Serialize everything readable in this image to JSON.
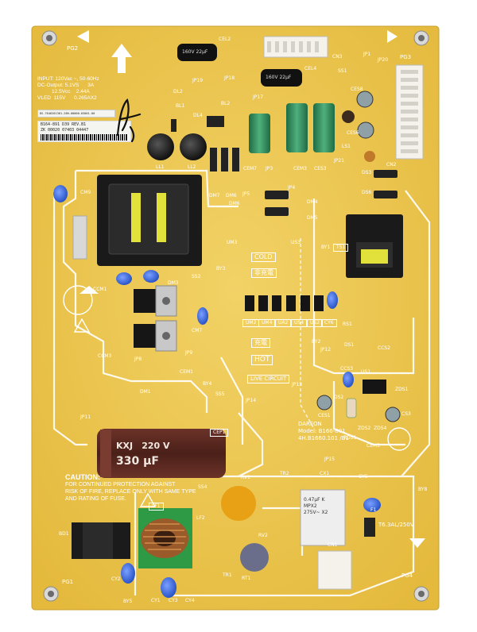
{
  "colors": {
    "board": "#e9c24a",
    "board_light": "#f0cf63",
    "silkscreen": "#ffffff",
    "cap_brown": "#5b2a22",
    "cap_green": "#2f8a5b",
    "transformer": "#1c1c1c",
    "ferrite_yellow": "#e8e845",
    "blue_cap": "#3f6ee0"
  },
  "board": {
    "ids": {
      "pg2": "PG2",
      "pg3": "PG3",
      "pg1": "PG1",
      "pg4": "PG4",
      "cel2": "CEL2",
      "cn3": "CN3",
      "jp1": "JP1",
      "jp20": "JP20",
      "jp19": "JP19",
      "jp18": "JP18",
      "jp17": "JP17",
      "cel4": "CEL4",
      "ss1": "SS1",
      "dl2": "DL2",
      "bl1": "BL1",
      "bl2": "BL2",
      "dl4": "DL4",
      "ll1": "LL1",
      "ll2": "LL2",
      "cem7": "CEM7",
      "jp3": "JP3",
      "cem3": "CEM3",
      "ces3": "CES3",
      "jp21": "JP21",
      "ls1": "LS1",
      "ces8": "CES8",
      "ces6": "CES6",
      "cn2": "CN2",
      "dm7": "DM7",
      "dm6": "DM6",
      "jp4": "JP4",
      "dm4": "DM4",
      "dm5": "DM5",
      "ds3": "DS3",
      "ds6": "DS6",
      "cm9": "CM9",
      "um3": "UM3",
      "us3": "US3",
      "by1": "BY1",
      "ts1": "TS1",
      "ss2": "SS2",
      "by3": "BY3",
      "ccm1": "CCM1",
      "dm3": "DM3",
      "cm7": "CM7",
      "jp8": "JP8",
      "jp9": "JP9",
      "ccm3": "CCM3",
      "um2": "UM2",
      "um4": "UM4",
      "ua2": "UA2",
      "us4": "US4",
      "us2": "US2",
      "cy6": "CY6",
      "rs1": "RS1",
      "ds1": "DS1",
      "ccs2": "CCS2",
      "by2": "BY2",
      "jp12": "JP12",
      "ccs3": "CCS3",
      "us1": "US1",
      "cem1": "CEM1",
      "by4": "BY4",
      "jp13": "JP13",
      "ds2": "DS2",
      "zds1": "ZDS1",
      "ces1": "CES1",
      "rds1": "RDS1",
      "zds2": "ZDS2",
      "zds4": "ZDS4",
      "cs3": "CS3",
      "dm1": "DM1",
      "ss5": "SS5",
      "jp11": "JP11",
      "jp14": "JP14",
      "cem5": "CEM5",
      "jp15": "JP15",
      "cep1": "CEP1",
      "rv1": "RV1",
      "tr2": "TR2",
      "cx1": "CX1",
      "cy5": "CY5",
      "by8": "BY8",
      "f1": "F1",
      "ss4": "SS4",
      "lf1": "LF1",
      "rv2": "RV2",
      "bd1": "BD1",
      "cn1": "CN1",
      "cy2": "CY2",
      "by5": "BY5",
      "cy1": "CY1",
      "cy3": "CY3",
      "cy4": "CY4",
      "tr1": "TR1",
      "rt1": "RT1",
      "lf2": "LF2",
      "jp5": "JP5",
      "dm5b": "DM6"
    },
    "info_lines": [
      "INPUT: 120Vac ~, 50-60Hz",
      "DC-Output: 5.1VS      3A",
      "          12.5Vcc    2.44A",
      "VLED  115V      0.265AX2"
    ],
    "model_block": [
      "DARFON",
      "Model: B166-801",
      "4H.B1660.101 /B1"
    ],
    "hot_labels": {
      "cold": "COLD",
      "non_charge": "非充電",
      "charge": "充電",
      "hot": "HOT",
      "live_circuit": "LIVE CIRCUIT"
    },
    "caution": {
      "title": "CAUTION:",
      "lines": [
        "FOR CONTINUED PROTECTION AGAINST",
        "RISK OF FIRE, REPLACE ONLY WITH SAME TYPE",
        "AND RATING OF FUSE."
      ]
    },
    "fuse_rating": "T6.3AL/250V",
    "sticker_lines": [
      "B164-891 D39   REV.B1",
      "ZK  00020 07403 04447"
    ],
    "barcode_line": "DS-7646201301-28H-00000-03001-00",
    "cap_main_lines": [
      "KXJ",
      "220 V",
      "330 μF"
    ],
    "cap_small_1": "160V 22μF",
    "cap_small_2": "160V 22μF",
    "x_cap_lines": [
      "0.47μF K",
      "MPX2",
      "275V~ X2"
    ]
  }
}
